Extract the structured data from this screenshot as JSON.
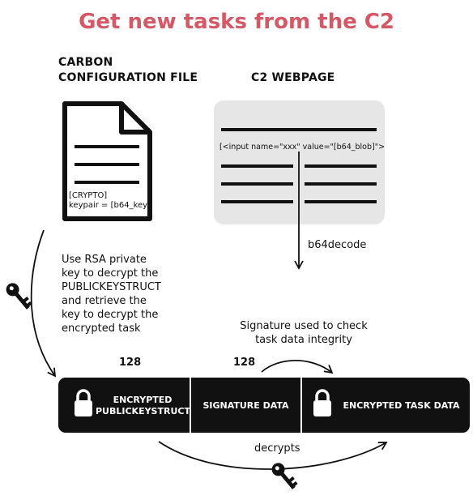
{
  "title": "Get new tasks from the C2",
  "carbon_config_heading": [
    "CARBON",
    "CONFIGURATION FILE"
  ],
  "c2_heading": "C2 WEBPAGE",
  "file_content": [
    "[CRYPTO]",
    "keypair = [b64_key]"
  ],
  "webpage_input": "[<input name=\"xxx\" value=\"[b64_blob]\">",
  "b64decode_label": "b64decode",
  "rsa_explanation": [
    "Use RSA private",
    "key to decrypt the",
    "PUBLICKEYSTRUCT",
    "and retrieve the",
    "key to decrypt the",
    "encrypted task"
  ],
  "signature_note": [
    "Signature used to check",
    "task data integrity"
  ],
  "size_128_a": "128",
  "size_128_b": "128",
  "segments": {
    "encrypted_publickeystruct": [
      "ENCRYPTED",
      "PUBLICKEYSTRUCT"
    ],
    "signature_data": "SIGNATURE DATA",
    "encrypted_task_data": "ENCRYPTED TASK DATA"
  },
  "decrypts_label": "decrypts",
  "colors": {
    "title": "#d45865",
    "bar": "#111111",
    "webpage_bg": "#e6e6e6"
  }
}
